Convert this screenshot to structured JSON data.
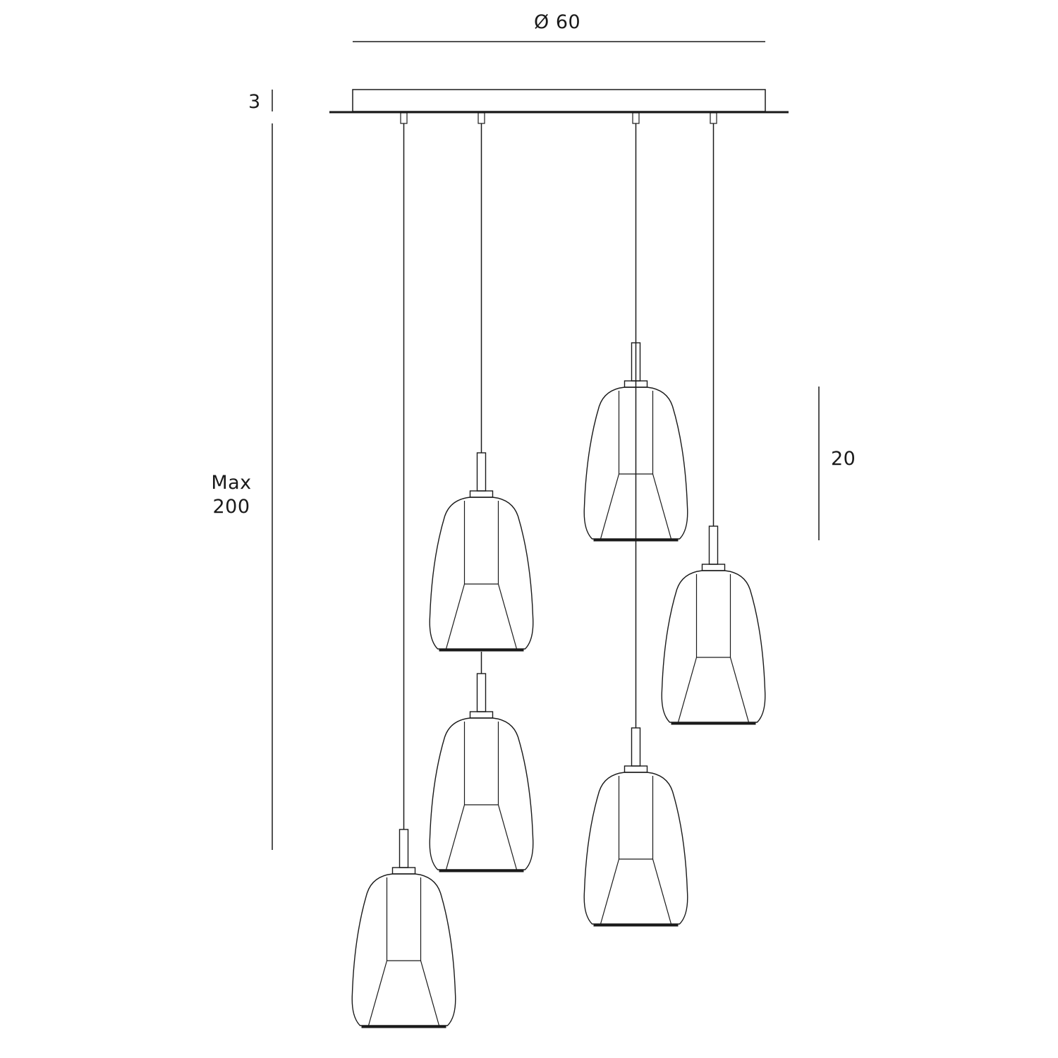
{
  "dimensions": {
    "diameter": "Ø 60",
    "canopy_thickness": "3",
    "max_drop_line1": "Max",
    "max_drop_line2": "200",
    "shade_height": "20"
  },
  "fixture": {
    "pendant_count": 6
  },
  "colors": {
    "line": "#1a1a1a",
    "background": "#ffffff"
  }
}
